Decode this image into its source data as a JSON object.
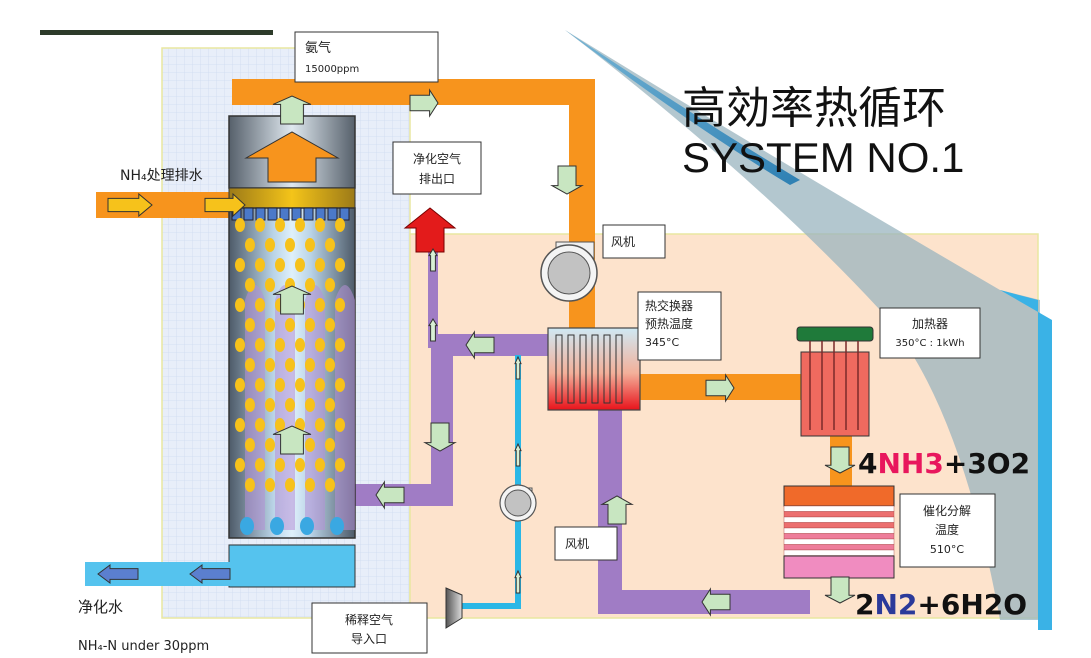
{
  "title": {
    "line1": "高効率热循环",
    "line2": "SYSTEM NO.1"
  },
  "labels": {
    "ammonia_gas": "氨气",
    "ammonia_ppm": "15000ppm",
    "nh4_wastewater": "NH₄处理排水",
    "clean_air_outlet_1": "净化空气",
    "clean_air_outlet_2": "排出口",
    "fan_top": "风机",
    "fan_bottom": "风机",
    "heat_exchanger_1": "热交换器",
    "heat_exchanger_2": "预热温度",
    "heat_exchanger_3": "345°C",
    "heater_1": "加热器",
    "heater_2": "350°C : 1kWh",
    "catalyst_1": "催化分解",
    "catalyst_2": "温度",
    "catalyst_3": "510°C",
    "dilution_air_1": "稀释空气",
    "dilution_air_2": "导入口",
    "purified_water": "净化水",
    "nh4n_limit": "NH₄-N under 30ppm"
  },
  "equations": {
    "reactants": {
      "coef1": "4",
      "species1": "NH3",
      "plus": "+",
      "coef2": "3",
      "species2": "O2"
    },
    "products": {
      "coef1": "2",
      "species1": "N2",
      "plus": "+",
      "coef2": "6",
      "species2": "H2O"
    }
  },
  "colors": {
    "orange_pipe": "#f7941d",
    "purple_pipe": "#a07cc5",
    "blue_pipe": "#2ab7e6",
    "water": "#55c3ee",
    "zone_peach": "#fde3cc",
    "zone_grid": "#e6eefa",
    "nh3_red": "#e8175d",
    "n2_blue": "#2b3a9a",
    "accent_swoosh": "#2f8fc2"
  }
}
